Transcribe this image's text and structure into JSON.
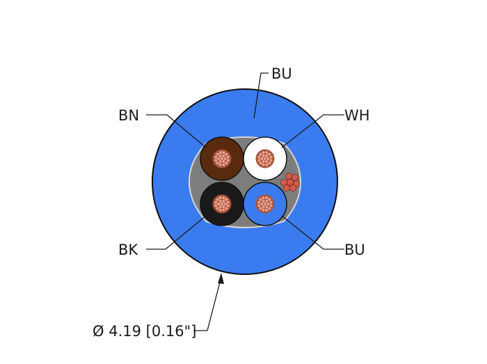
{
  "diagram": {
    "labels": {
      "jacket": "BU",
      "top_left": "BN",
      "top_right": "WH",
      "bottom_left": "BK",
      "bottom_right": "BU",
      "diameter": "Ø 4.19 [0.16\"]"
    },
    "colors": {
      "jacket": "#3a7cf0",
      "jacket_outline": "#0d0d0d",
      "filler": "#7d7d7d",
      "brown": "#5a2a0e",
      "white": "#ffffff",
      "black": "#1a1a1a",
      "blue": "#3a7cf0",
      "copper": "#e8a38c",
      "copper_edge": "#a8543c",
      "drain": "#d65a4a"
    }
  }
}
